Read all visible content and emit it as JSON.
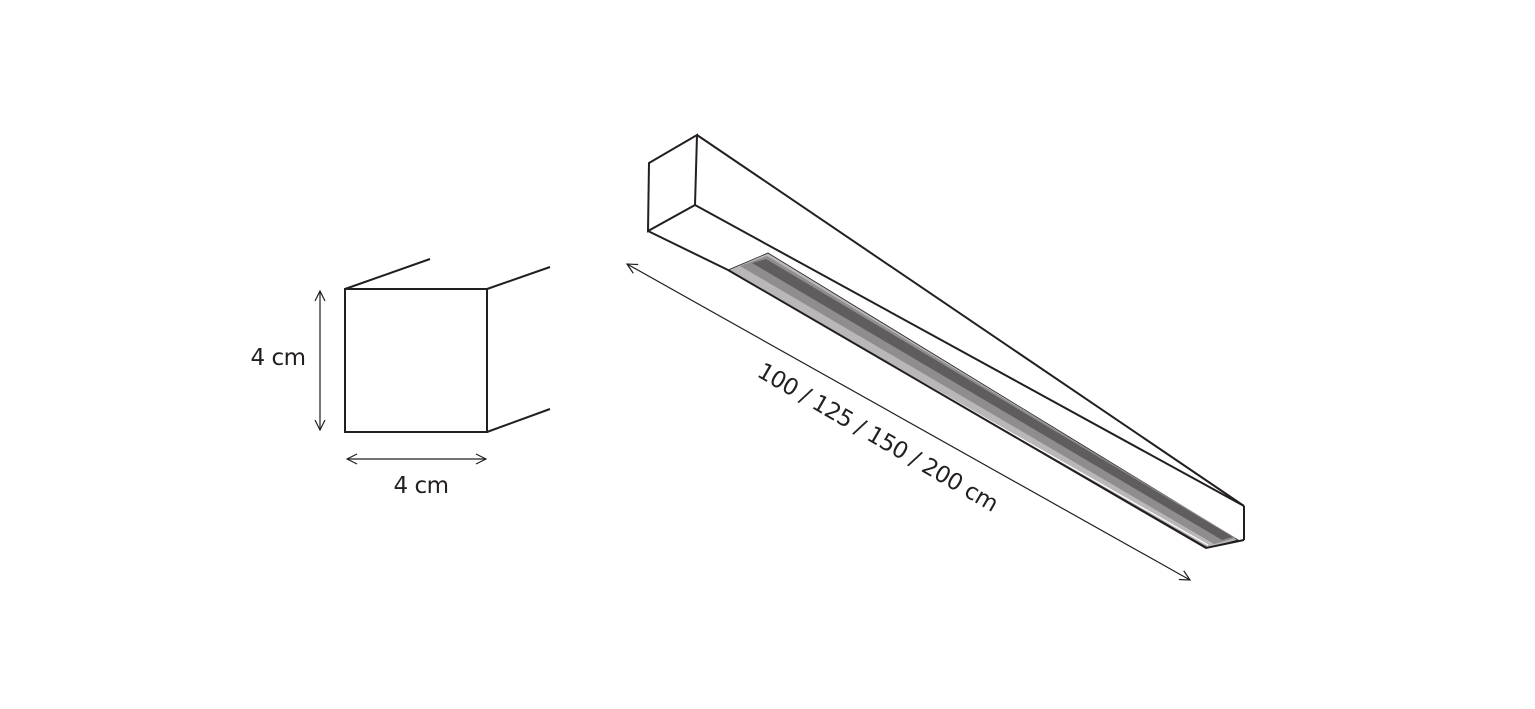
{
  "labels": {
    "height": "4 cm",
    "width": "4 cm",
    "length": "100 / 125 / 150 / 200 cm"
  },
  "colors": {
    "line": "#231f20",
    "diffuser_light": "#b9b7b8",
    "diffuser_mid": "#8f8d8e",
    "diffuser_dark": "#5f5d5e",
    "background": "#ffffff"
  }
}
